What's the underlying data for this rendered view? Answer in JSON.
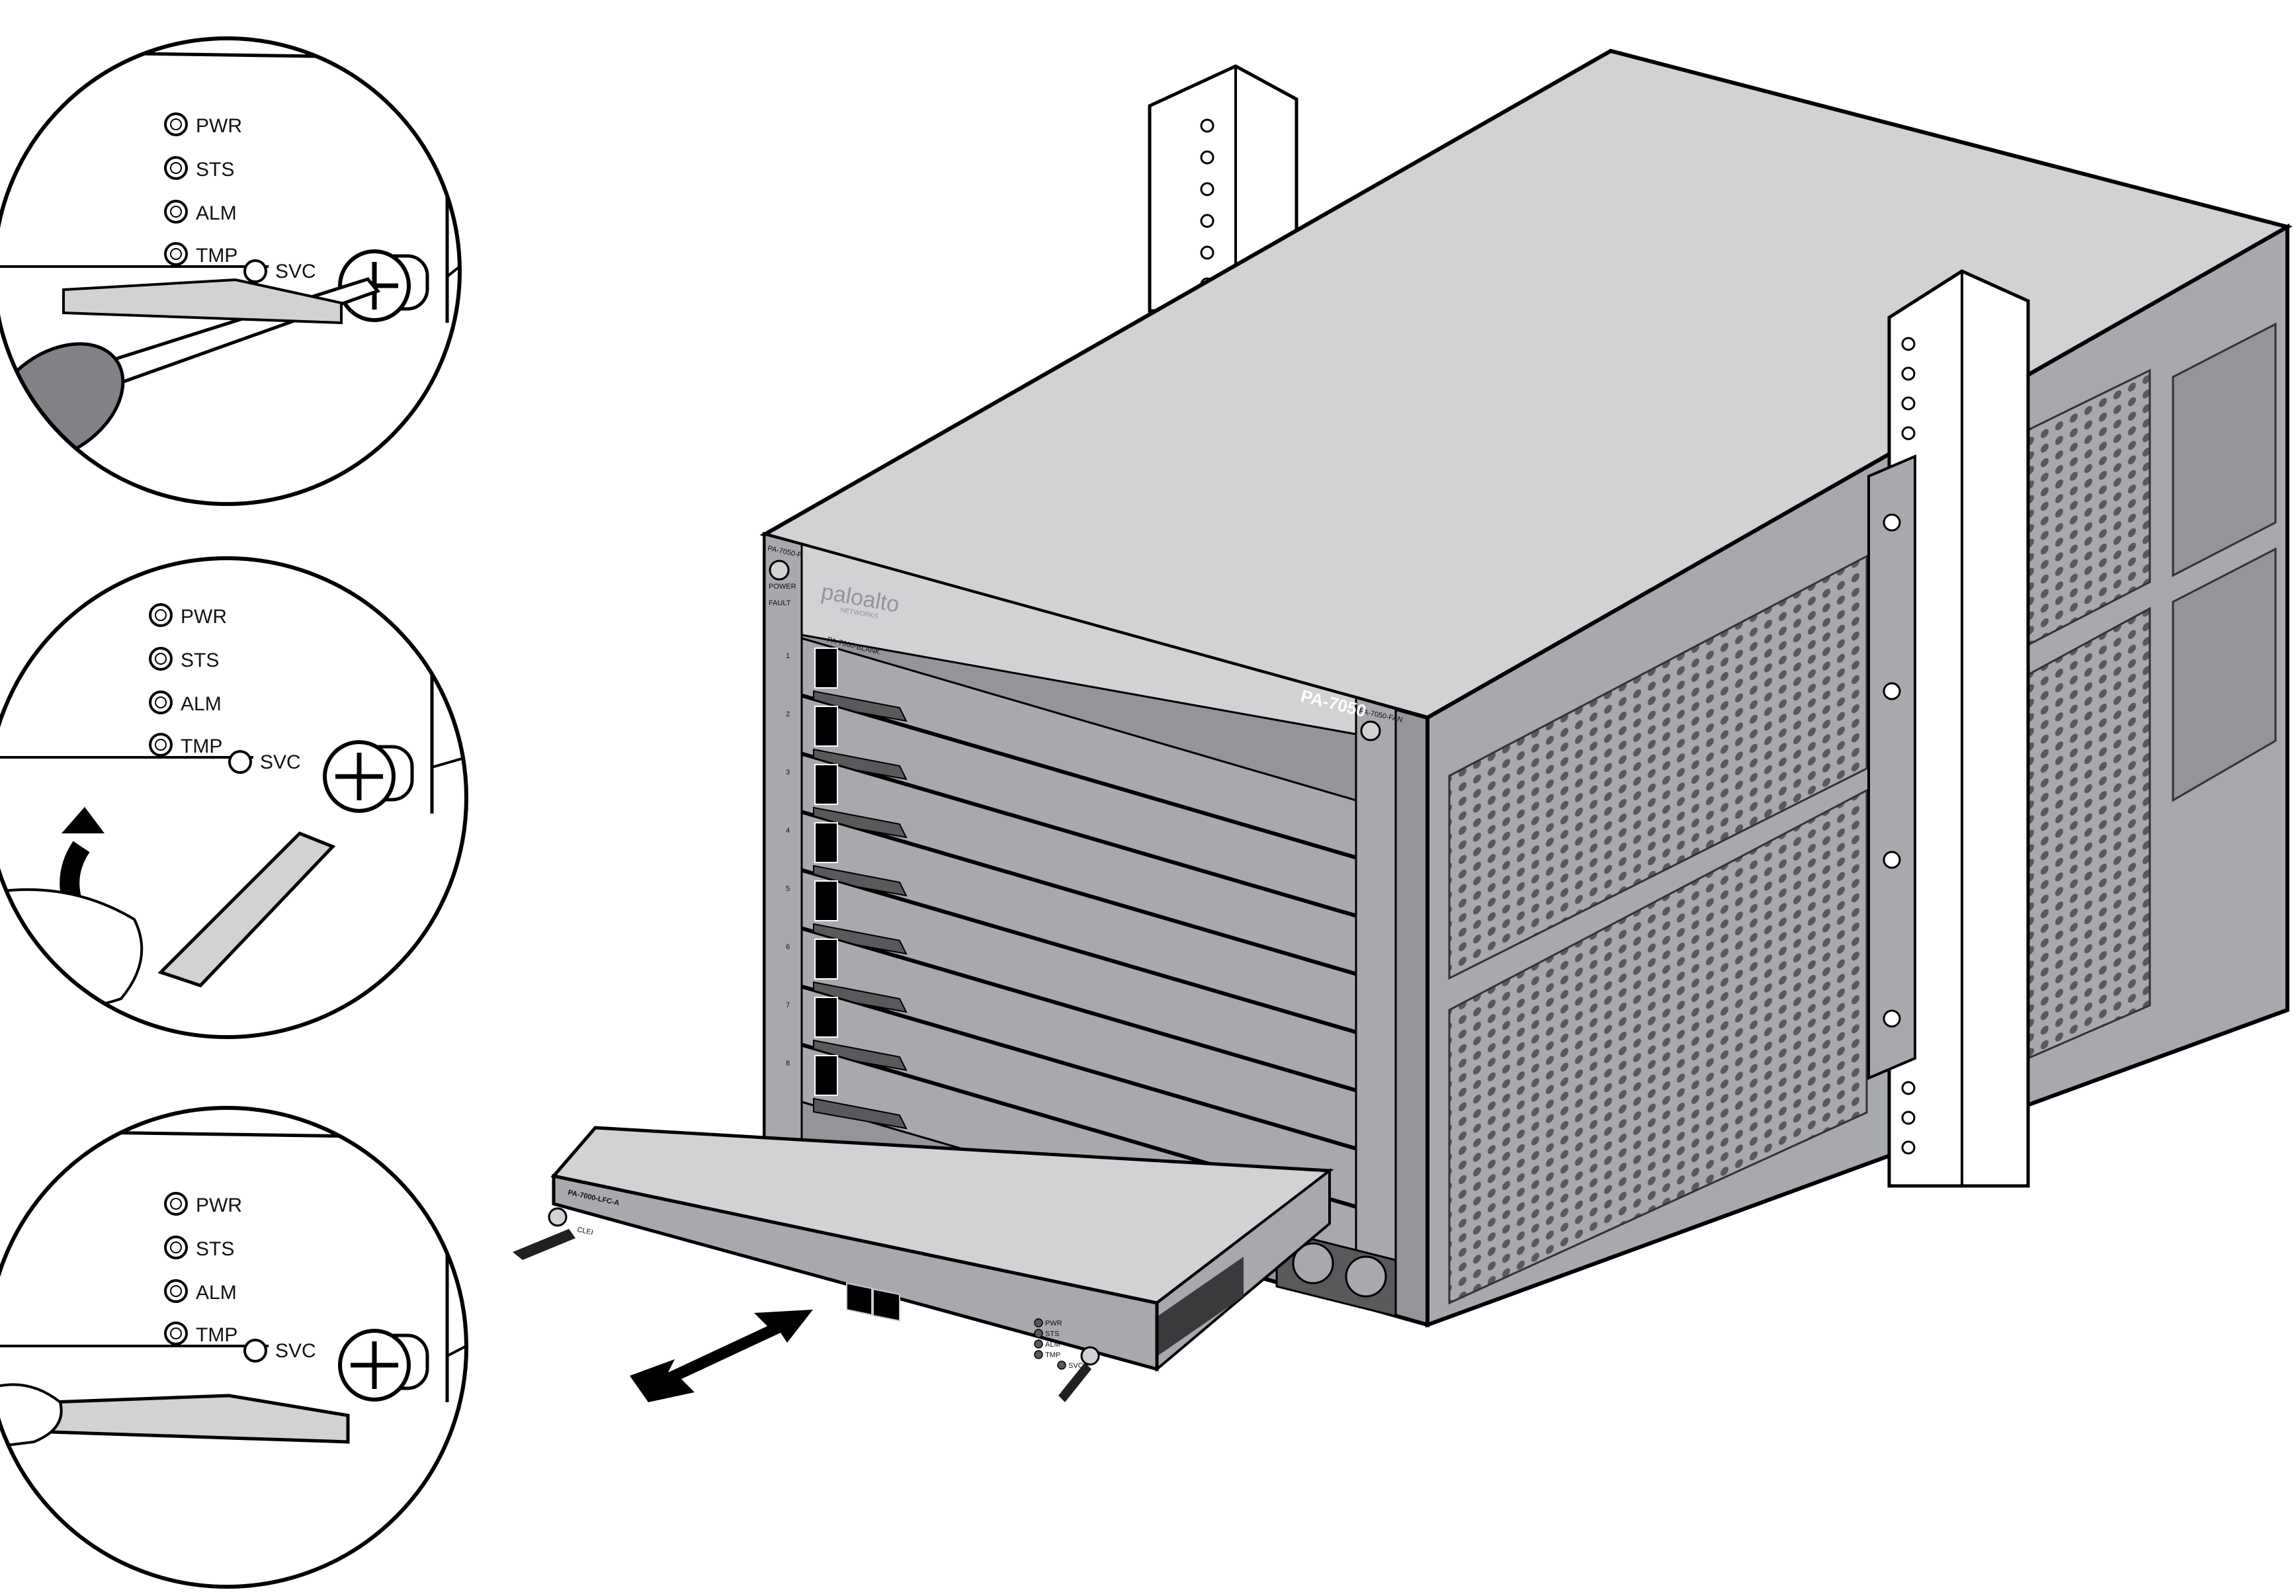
{
  "callouts": [
    {
      "leds": [
        "PWR",
        "STS",
        "ALM",
        "TMP"
      ],
      "svc": "SVC",
      "tool": "screwdriver"
    },
    {
      "leds": [
        "PWR",
        "STS",
        "ALM",
        "TMP"
      ],
      "svc": "SVC",
      "tool": "wrench-rotate"
    },
    {
      "leds": [
        "PWR",
        "STS",
        "ALM",
        "TMP"
      ],
      "svc": "SVC",
      "tool": "wrench-hold"
    }
  ],
  "chassis": {
    "model": "PA-7050",
    "fan_label": "PA-7050-FAN",
    "fan_leds": [
      "POWER",
      "FAULT"
    ],
    "blank_label": "PA-7000-BLANK",
    "brand": "paloalto",
    "brand_sub": "NETWORKS",
    "slot_numbers": [
      "1",
      "2",
      "3",
      "4",
      "5",
      "6",
      "7",
      "8"
    ]
  },
  "card": {
    "model": "PA-7000-LFC-A",
    "clei": "CLEI",
    "leds": [
      "PWR",
      "STS",
      "ALM",
      "TMP",
      "SVC"
    ]
  },
  "colors": {
    "chassis_top": "#d1d2d4",
    "chassis_front": "#a7a9ac",
    "chassis_dark": "#939598",
    "outline": "#000000"
  }
}
